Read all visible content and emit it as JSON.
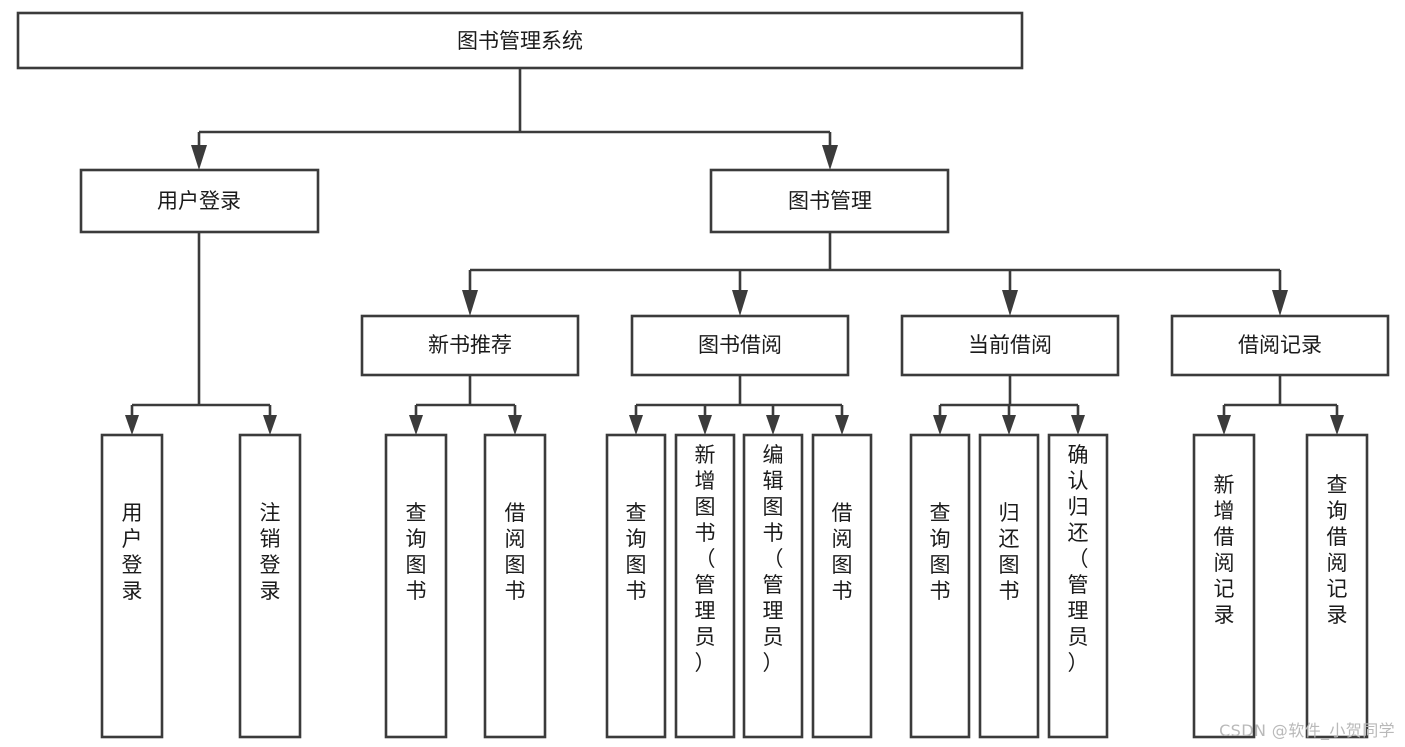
{
  "diagram": {
    "type": "tree",
    "title": "图书管理系统",
    "orientation": "top-down",
    "background_color": "#ffffff",
    "line_color": "#3b3b3b",
    "text_color": "#1b1b1b",
    "root": {
      "id": "root",
      "label": "图书管理系统"
    },
    "level2": [
      {
        "id": "user-login",
        "label": "用户登录"
      },
      {
        "id": "book-management",
        "label": "图书管理"
      }
    ],
    "level3": [
      {
        "id": "new-book-recommend",
        "label": "新书推荐",
        "parent": "book-management"
      },
      {
        "id": "book-borrow",
        "label": "图书借阅",
        "parent": "book-management"
      },
      {
        "id": "current-borrow",
        "label": "当前借阅",
        "parent": "book-management"
      },
      {
        "id": "borrow-record",
        "label": "借阅记录",
        "parent": "book-management"
      }
    ],
    "leaves": {
      "user-login": [
        {
          "id": "leaf-user-login",
          "label": "用户登录"
        },
        {
          "id": "leaf-logout-login",
          "label": "注销登录"
        }
      ],
      "new-book-recommend": [
        {
          "id": "leaf-query-book-1",
          "label": "查询图书"
        },
        {
          "id": "leaf-borrow-book-1",
          "label": "借阅图书"
        }
      ],
      "book-borrow": [
        {
          "id": "leaf-query-book-2",
          "label": "查询图书"
        },
        {
          "id": "leaf-add-book",
          "label": "新增图书（管理员）"
        },
        {
          "id": "leaf-edit-book",
          "label": "编辑图书（管理员）"
        },
        {
          "id": "leaf-borrow-book-2",
          "label": "借阅图书"
        }
      ],
      "current-borrow": [
        {
          "id": "leaf-query-book-3",
          "label": "查询图书"
        },
        {
          "id": "leaf-return-book",
          "label": "归还图书"
        },
        {
          "id": "leaf-confirm-return",
          "label": "确认归还（管理员）"
        }
      ],
      "borrow-record": [
        {
          "id": "leaf-add-record",
          "label": "新增借阅记录"
        },
        {
          "id": "leaf-query-record",
          "label": "查询借阅记录"
        }
      ]
    }
  },
  "watermark": {
    "text": "CSDN @软件_小贺同学"
  }
}
